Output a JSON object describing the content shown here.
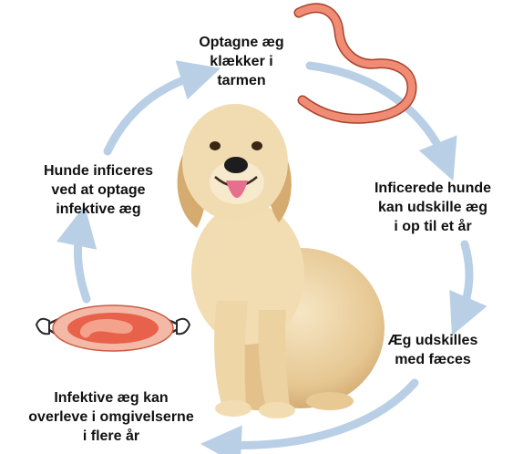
{
  "steps": {
    "top": "Optagne æg\nklækker i\ntarmen",
    "right": "Inficerede hunde\nkan udskille æg\ni op til et år",
    "right_lower": "Æg udskilles\nmed fæces",
    "bottom": "Infektive æg kan\noverleve i omgivelserne\ni flere år",
    "left": "Hunde inficeres\nved at optage\ninfektive æg"
  },
  "colors": {
    "arrow": "#b9cfe6",
    "worm": "#f08c73",
    "worm_outline": "#a8412c",
    "egg_outer": "#f3b9a6",
    "egg_inner": "#e8614a",
    "dog_fur": "#e9cfa0",
    "text": "#111111"
  },
  "icons": [
    "roundworm-icon",
    "egg-icon",
    "dog-image"
  ]
}
